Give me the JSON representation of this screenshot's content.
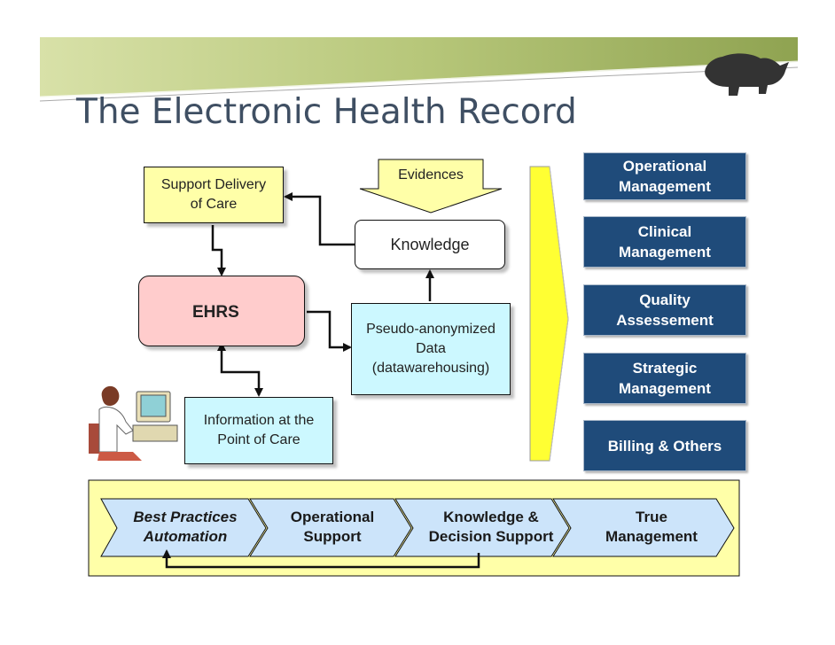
{
  "title": "The Electronic Health Record",
  "boxes": {
    "support_delivery": "Support Delivery of Care",
    "evidences": "Evidences",
    "knowledge": "Knowledge",
    "ehrs": "EHRS",
    "pseudo_data": "Pseudo-anonymized Data (datawarehousing)",
    "info_point_of_care": "Information at the Point of Care"
  },
  "outcomes": [
    {
      "label": "Operational Management"
    },
    {
      "label": "Clinical Management"
    },
    {
      "label": "Quality Assessement"
    },
    {
      "label": "Strategic Management"
    },
    {
      "label": "Billing & Others"
    }
  ],
  "process_steps": [
    {
      "label": "Best Practices Automation"
    },
    {
      "label": "Operational Support"
    },
    {
      "label": "Knowledge & Decision Support"
    },
    {
      "label": "True Management"
    }
  ],
  "colors": {
    "title": "#3f4f63",
    "yellow_box": "#ffffa8",
    "cyan_box": "#ccf8ff",
    "ehrs_box": "#ffcccc",
    "navy": "#1f4b7a",
    "chevron": "#cce4fa",
    "panel": "#ffffa8"
  },
  "icons": [
    "rhino-logo-icon",
    "clinician-at-computer-icon"
  ]
}
